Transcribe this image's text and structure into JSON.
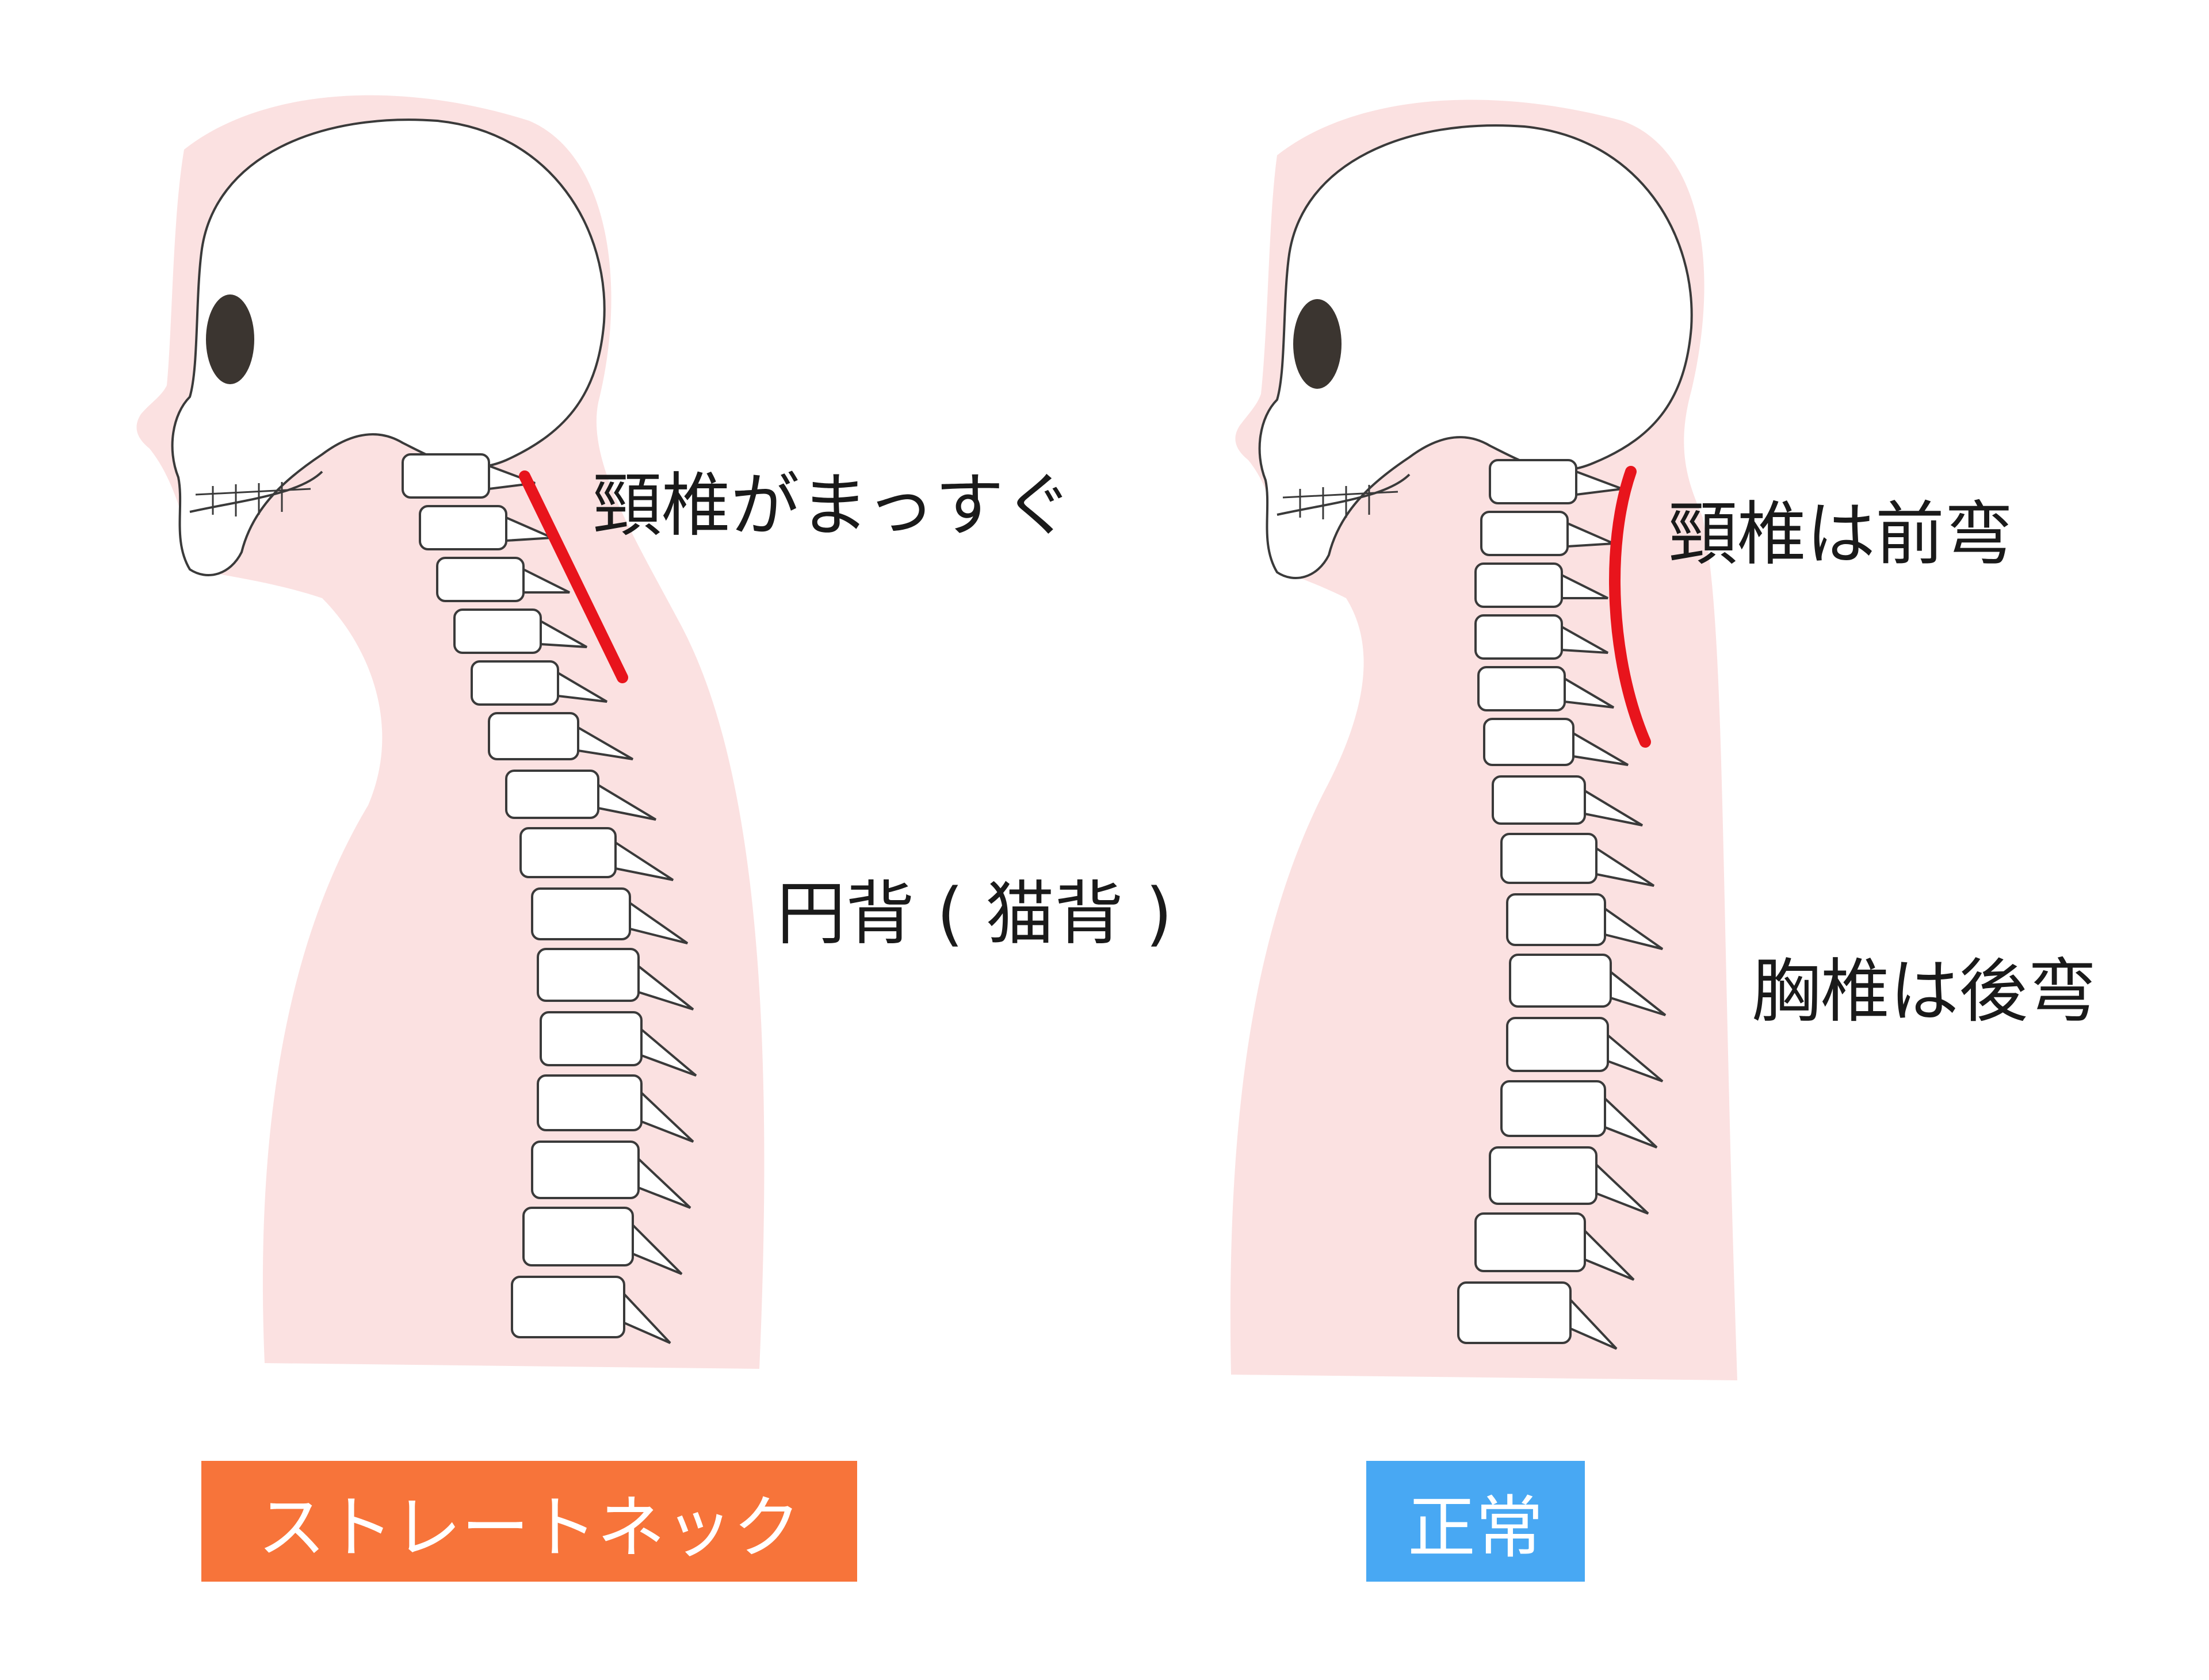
{
  "left": {
    "annotation_top": "頸椎がまっすぐ",
    "annotation_mid": "円背 ( 猫背 )",
    "label": "ストレートネック",
    "label_color": "#f7743a"
  },
  "right": {
    "annotation_top": "頸椎は前弯",
    "annotation_mid": "胸椎は後弯",
    "label": "正常",
    "label_color": "#48a8f3"
  },
  "colors": {
    "body": "#fbe1e1",
    "highlight": "#e8141c",
    "outline": "#3a3a3a",
    "eye": "#3b3530"
  }
}
